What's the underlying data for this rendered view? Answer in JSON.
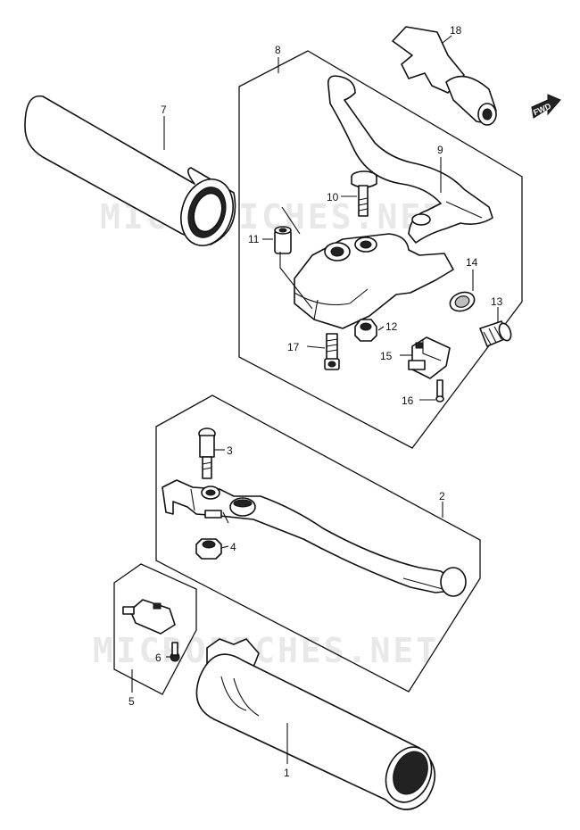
{
  "watermark": "MICROFICHES.NET",
  "direction_label": "FWD",
  "callouts": [
    {
      "id": "1",
      "label": "1"
    },
    {
      "id": "2",
      "label": "2"
    },
    {
      "id": "3",
      "label": "3"
    },
    {
      "id": "4",
      "label": "4"
    },
    {
      "id": "5",
      "label": "5"
    },
    {
      "id": "6",
      "label": "6"
    },
    {
      "id": "7",
      "label": "7"
    },
    {
      "id": "8",
      "label": "8"
    },
    {
      "id": "9",
      "label": "9"
    },
    {
      "id": "10",
      "label": "10"
    },
    {
      "id": "11",
      "label": "11"
    },
    {
      "id": "12",
      "label": "12"
    },
    {
      "id": "13",
      "label": "13"
    },
    {
      "id": "14",
      "label": "14"
    },
    {
      "id": "15",
      "label": "15"
    },
    {
      "id": "16",
      "label": "16"
    },
    {
      "id": "17",
      "label": "17"
    },
    {
      "id": "18",
      "label": "18"
    }
  ]
}
